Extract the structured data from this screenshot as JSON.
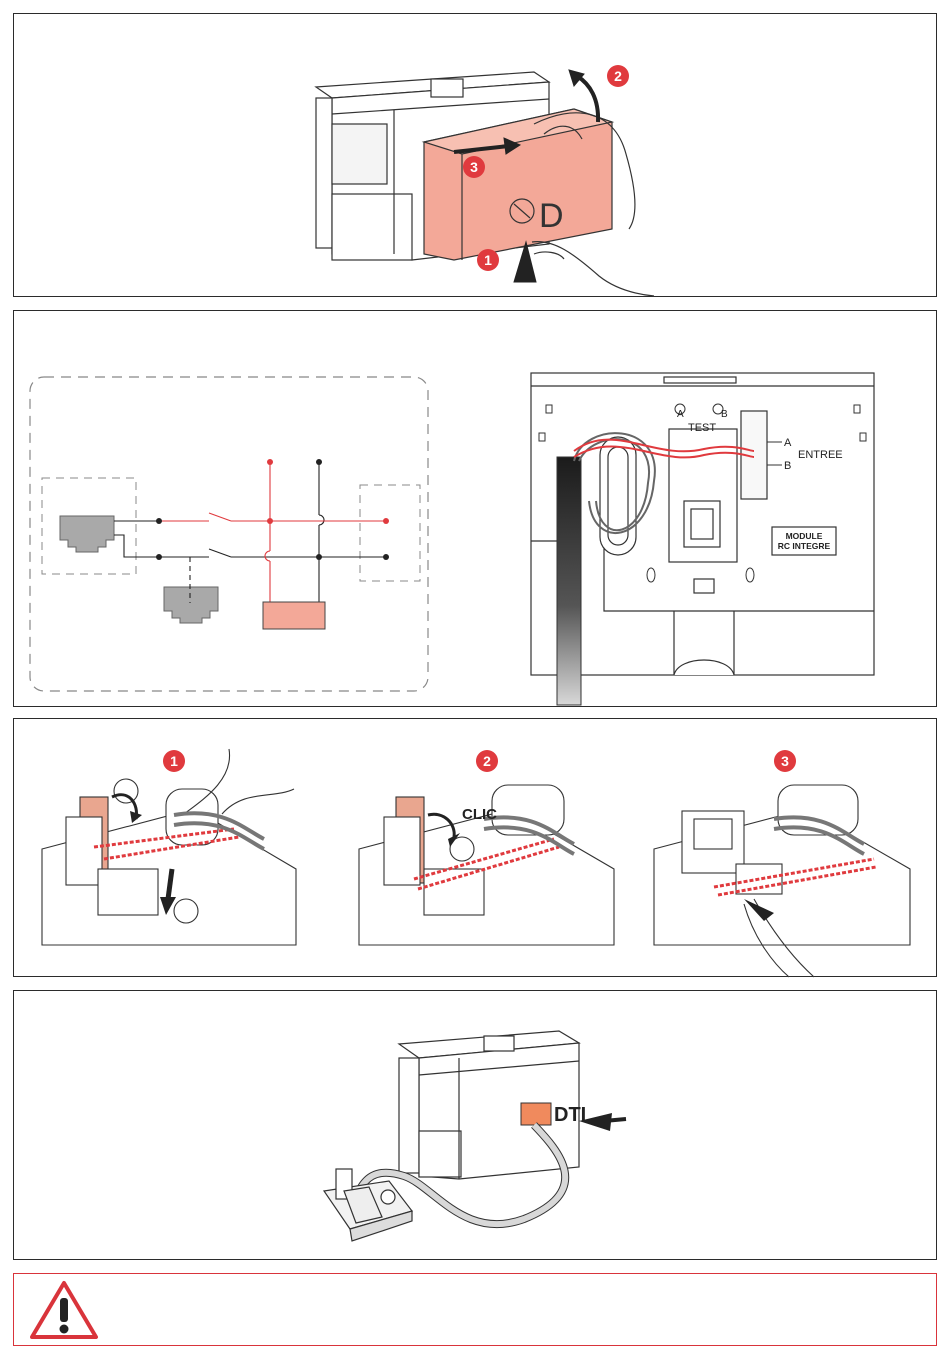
{
  "steps": [
    "1",
    "2",
    "3"
  ],
  "diagram_labels": {
    "test": "TEST",
    "a": "A",
    "b": "B",
    "entree": "ENTREE",
    "module_line1": "MODULE",
    "module_line2": "RC INTEGRE",
    "d_mark": "D",
    "clic": "CLIC",
    "dti": "DTI"
  },
  "colors": {
    "accent_red": "#e03a3e",
    "salmon": "#f3a898",
    "gray": "#9a9a9a"
  },
  "icons": {
    "warning": "warning-triangle-icon"
  }
}
